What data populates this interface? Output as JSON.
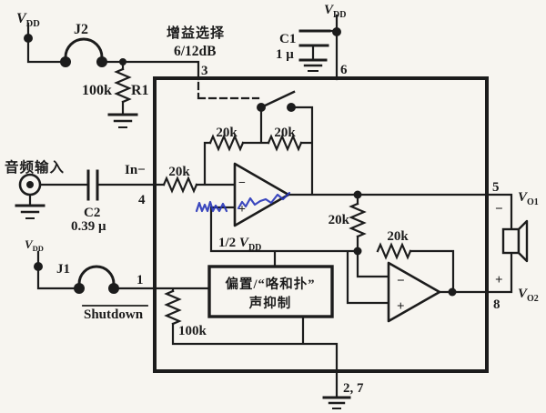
{
  "colors": {
    "background": "#f7f5f0",
    "ink": "#1c1c1c",
    "watermark": "#2634b8"
  },
  "power_labels": {
    "v": "V",
    "dd": "DD"
  },
  "top_left": {
    "jumper": "J2",
    "r1_value": "100k",
    "r1_name": "R1",
    "gain_select": "增益选择",
    "gain_value": "6/12dB"
  },
  "top_right": {
    "c1_name": "C1",
    "c1_value": "1 μ"
  },
  "pins": {
    "pin1": "1",
    "pin3": "3",
    "pin4": "4",
    "pin5": "5",
    "pin6": "6",
    "pin8": "8",
    "pin2_7": "2, 7"
  },
  "input": {
    "audio_input": "音频输入",
    "c2_name": "C2",
    "c2_value": "0.39 μ",
    "in_minus": "In−",
    "input_r": "20k"
  },
  "amplifier": {
    "fb_r1": "20k",
    "fb_r2": "20k",
    "mid_r": "20k",
    "op2_fb_r": "20k",
    "half_vdd_prefix": "1/2 ",
    "minus": "−",
    "plus": "+"
  },
  "shutdown_section": {
    "jumper": "J1",
    "label": "Shutdown",
    "r_value": "100k"
  },
  "bias_box": {
    "line1": "偏置/“咯和扑”",
    "line2": "声抑制"
  },
  "output": {
    "v": "V",
    "o1": "O1",
    "o2": "O2",
    "minus": "−",
    "plus": "+"
  }
}
